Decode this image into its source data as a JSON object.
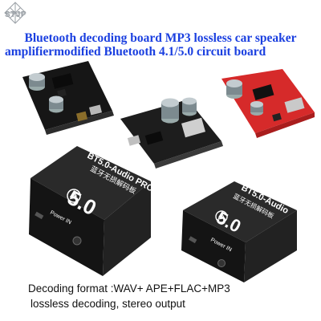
{
  "logo": {
    "text": "STJF",
    "icon": "diamond-lattice-logo"
  },
  "title": {
    "line1": "Bluetooth decoding board MP3   lossless car speaker",
    "line2": "amplifiermodified Bluetooth 4.1/5.0 circuit board"
  },
  "products": {
    "pro_module": {
      "label": "BT5.0-Audio PRO",
      "big": "5.0",
      "small_cn": "蓝牙无损解码板",
      "power": "Power IN"
    },
    "std_module": {
      "label": "BT5.0-Audio",
      "big": "5.0",
      "small_cn": "蓝牙无损解码板",
      "power": "Power IN"
    },
    "colors": {
      "black": "#1b1b1b",
      "red_board": "#d62a2a",
      "title_blue": "#1a3fe0"
    }
  },
  "caption": {
    "line1": "Decoding format :WAV+ APE+FLAC+MP3",
    "line2": "lossless decoding, stereo output"
  }
}
